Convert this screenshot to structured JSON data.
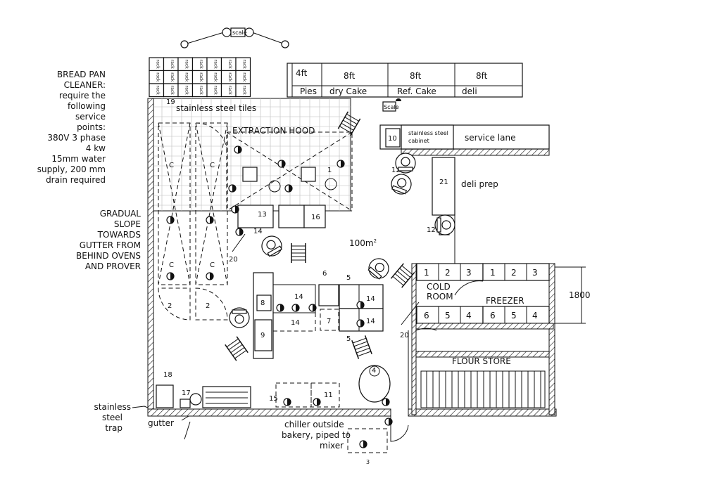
{
  "notes": {
    "bread_pan_lines": [
      "BREAD PAN",
      "CLEANER:",
      "require the",
      "following",
      "service",
      "points:",
      "380V 3 phase",
      "4 kw",
      "15mm water",
      "supply, 200 mm",
      "drain required"
    ],
    "slope_lines": [
      "GRADUAL",
      "SLOPE",
      "TOWARDS",
      "GUTTER FROM",
      "BEHIND OVENS",
      "AND PROVER"
    ],
    "trap_lines": [
      "stainless",
      "steel",
      "trap"
    ],
    "chiller_lines": [
      "chiller outside",
      "bakery, piped to",
      "mixer"
    ]
  },
  "labels": {
    "stainless_tiles": "stainless steel tiles",
    "extraction_hood": "EXTRACTION HOOD",
    "cabinet_lines": [
      "stainless steel",
      "cabinet"
    ],
    "service_lane": "service lane",
    "deli_prep": "deli prep",
    "area": "100m",
    "area_sup": "2",
    "cold_room": [
      "COLD",
      "ROOM"
    ],
    "freezer": "FREEZER",
    "flour_store": "FLOUR STORE",
    "gutter": "gutter",
    "dimension": "1800",
    "scale_top": "scale",
    "scale_small": "Scale"
  },
  "display_case": {
    "sizes": [
      "4ft",
      "8ft",
      "8ft",
      "8ft"
    ],
    "names": [
      "Pies",
      "dry Cake",
      "Ref. Cake",
      "deli"
    ]
  },
  "rack_cell_text": "rack",
  "cold_room_numbers_top": [
    "1",
    "2",
    "3"
  ],
  "cold_room_numbers_bottom": [
    "6",
    "5",
    "4"
  ],
  "freezer_numbers_top": [
    "1",
    "2",
    "3"
  ],
  "freezer_numbers_bottom": [
    "6",
    "5",
    "4"
  ],
  "equipment_numbers": {
    "n19": "19",
    "n10": "10",
    "n12a": "12",
    "n12b": "12",
    "n21": "21",
    "n13": "13",
    "n14a": "14",
    "n14b": "14",
    "n14c": "14",
    "n14d": "14",
    "n14e": "14",
    "n16": "16",
    "n1": "1",
    "n20a": "20",
    "n20b": "20",
    "n2a": "2",
    "n2b": "2",
    "n8": "8",
    "n9": "9",
    "n6": "6",
    "n5a": "5",
    "n5b": "5",
    "n7": "7",
    "n4": "4",
    "n18": "18",
    "n17": "17",
    "n15": "15",
    "n11": "11",
    "n3": "3",
    "cA": "C",
    "cB": "C",
    "cC": "C",
    "cD": "C"
  }
}
